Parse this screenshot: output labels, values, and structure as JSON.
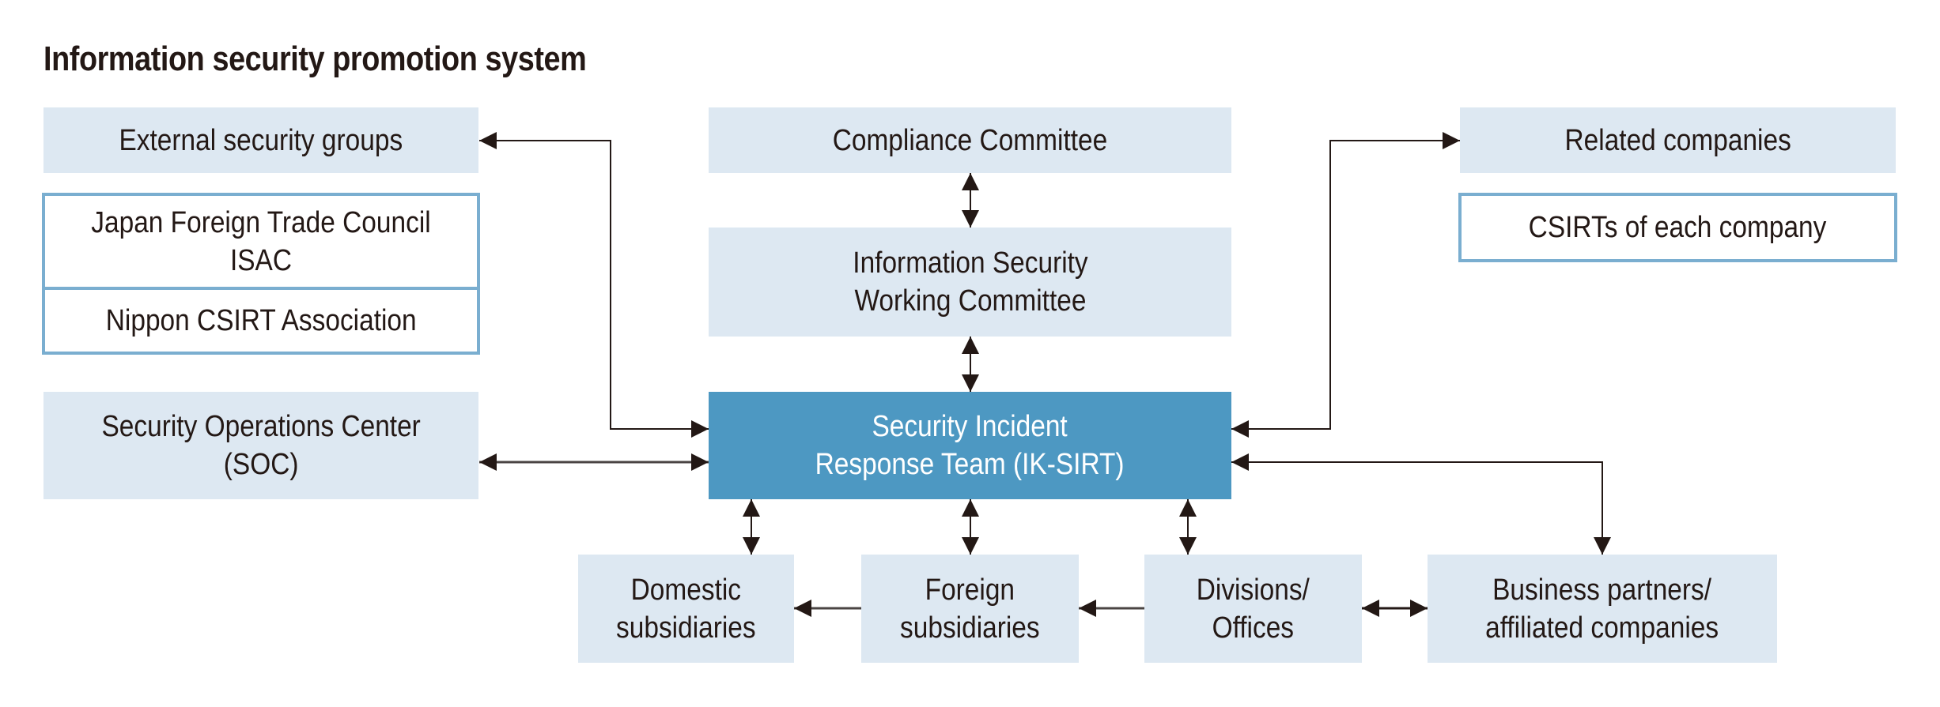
{
  "title": "Information security promotion system",
  "colors": {
    "box_fill": "#dde8f2",
    "box_border": "#7aaed0",
    "primary_fill": "#4d98c2",
    "text": "#231815",
    "arrow": "#231815"
  },
  "nodes": {
    "external_groups": "External security groups",
    "jftc_isac": "Japan Foreign Trade Council\nISAC",
    "nippon_csirt": "Nippon CSIRT Association",
    "soc": "Security Operations Center\n(SOC)",
    "compliance": "Compliance Committee",
    "iswc": "Information Security\nWorking Committee",
    "ik_sirt": "Security Incident\nResponse Team (IK-SIRT)",
    "related": "Related companies",
    "csirts_each": "CSIRTs of each company",
    "domestic": "Domestic\nsubsidiaries",
    "foreign": "Foreign\nsubsidiaries",
    "divisions": "Divisions/\nOffices",
    "business": "Business partners/\naffiliated companies"
  },
  "edges": [
    {
      "from": "ik_sirt",
      "to": "external_groups",
      "direction": "both"
    },
    {
      "from": "ik_sirt",
      "to": "soc",
      "direction": "both"
    },
    {
      "from": "compliance",
      "to": "iswc",
      "direction": "both"
    },
    {
      "from": "iswc",
      "to": "ik_sirt",
      "direction": "both"
    },
    {
      "from": "ik_sirt",
      "to": "related",
      "direction": "both"
    },
    {
      "from": "ik_sirt",
      "to": "business",
      "direction": "both"
    },
    {
      "from": "ik_sirt",
      "to": "domestic",
      "direction": "both"
    },
    {
      "from": "ik_sirt",
      "to": "foreign",
      "direction": "both"
    },
    {
      "from": "ik_sirt",
      "to": "divisions",
      "direction": "both"
    },
    {
      "from": "foreign",
      "to": "domestic",
      "direction": "forward"
    },
    {
      "from": "divisions",
      "to": "foreign",
      "direction": "forward"
    },
    {
      "from": "divisions",
      "to": "business",
      "direction": "both"
    }
  ]
}
